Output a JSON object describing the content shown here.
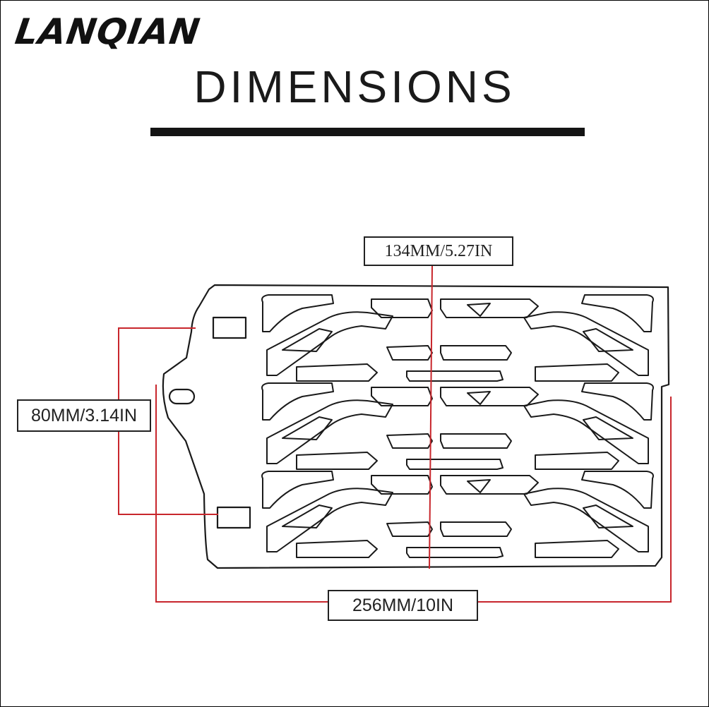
{
  "brand": {
    "name": "LANQIAN"
  },
  "title": "DIMENSIONS",
  "dimensions": {
    "height": "134MM/5.27IN",
    "mount_spacing": "80MM/3.14IN",
    "width": "256MM/10IN"
  },
  "colors": {
    "dimension_line": "#c8262c",
    "outline": "#1a1a1a",
    "background": "#ffffff"
  }
}
